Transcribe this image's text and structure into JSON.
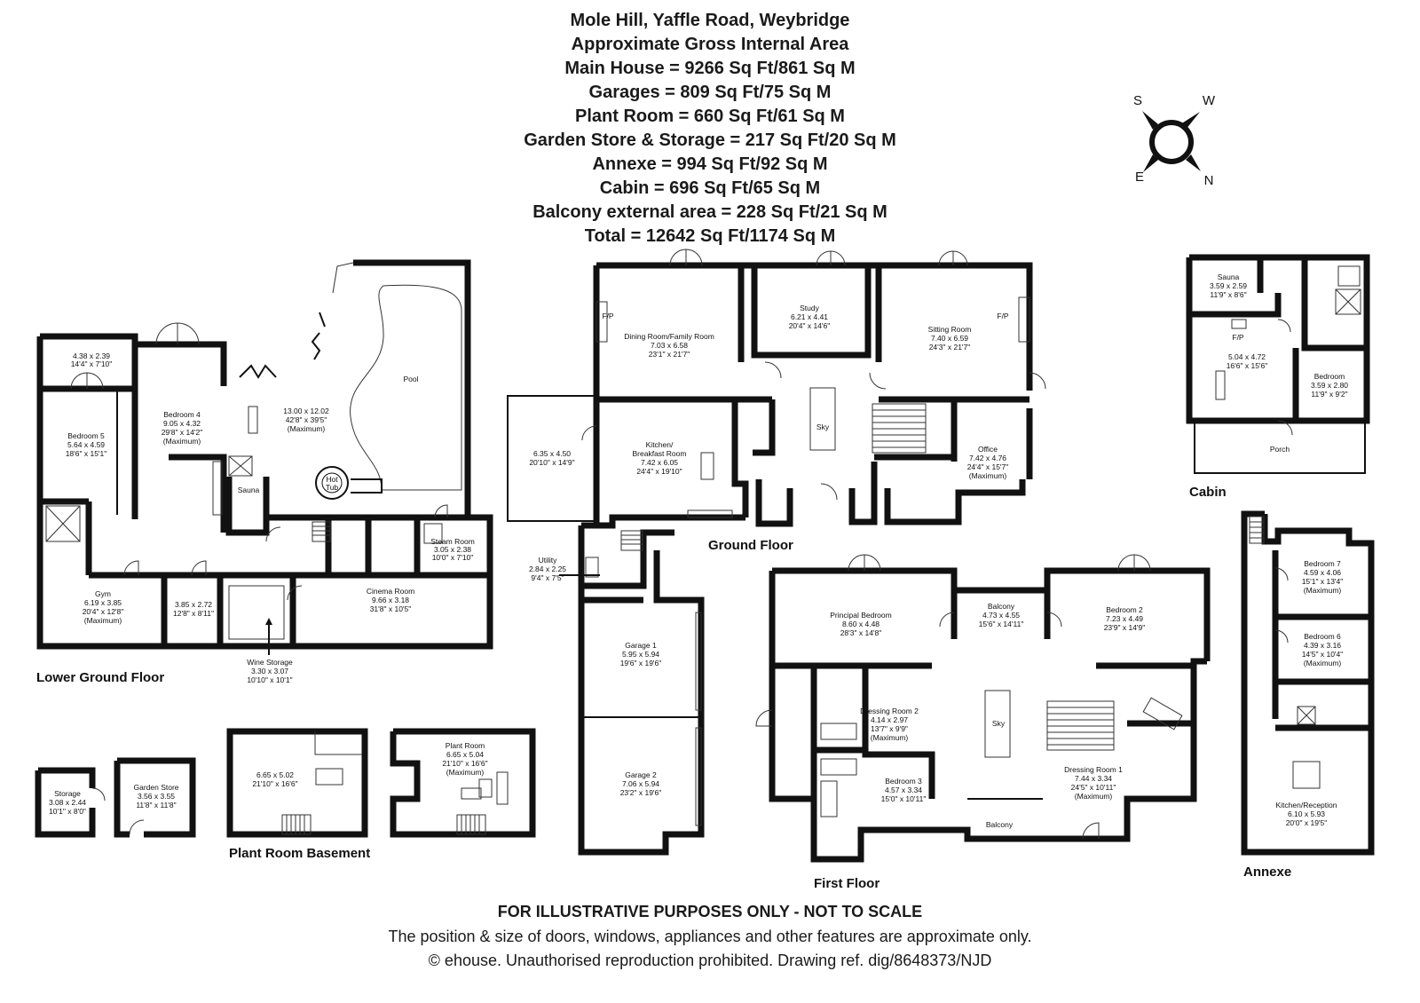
{
  "header": {
    "lines": [
      "Mole Hill, Yaffle Road, Weybridge",
      "Approximate Gross Internal Area",
      "Main House = 9266 Sq Ft/861 Sq M",
      "Garages = 809 Sq Ft/75 Sq M",
      "Plant Room = 660 Sq Ft/61 Sq M",
      "Garden Store & Storage = 217 Sq Ft/20 Sq M",
      "Annexe = 994 Sq Ft/92 Sq M",
      "Cabin = 696 Sq Ft/65 Sq M",
      "Balcony external area = 228 Sq Ft/21 Sq M",
      "Total = 12642 Sq Ft/1174 Sq M"
    ]
  },
  "compass": {
    "s": "S",
    "w": "W",
    "e": "E",
    "n": "N"
  },
  "floor_titles": {
    "lower_ground": "Lower Ground Floor",
    "ground": "Ground Floor",
    "first": "First Floor",
    "plant_basement": "Plant Room Basement",
    "cabin": "Cabin",
    "annexe": "Annexe"
  },
  "rooms": {
    "lg_room_a": [
      "4.38 x 2.39",
      "14'4\" x 7'10\""
    ],
    "lg_bedroom5": [
      "Bedroom 5",
      "5.64 x 4.59",
      "18'6\" x 15'1\""
    ],
    "lg_bedroom4": [
      "Bedroom 4",
      "9.05 x 4.32",
      "29'8\" x 14'2\"",
      "(Maximum)"
    ],
    "lg_pool_area": [
      "13.00 x 12.02",
      "42'8\" x 39'5\"",
      "(Maximum)"
    ],
    "lg_pool": [
      "Pool"
    ],
    "lg_hot_tub": [
      "Hot",
      "Tub"
    ],
    "lg_sauna": [
      "Sauna"
    ],
    "lg_steam": [
      "Steam Room",
      "3.05 x 2.38",
      "10'0\" x 7'10\""
    ],
    "lg_gym": [
      "Gym",
      "6.19 x 3.85",
      "20'4\" x 12'8\"",
      "(Maximum)"
    ],
    "lg_room_b": [
      "3.85 x 2.72",
      "12'8\" x 8'11\""
    ],
    "lg_cinema": [
      "Cinema Room",
      "9.66 x 3.18",
      "31'8\" x 10'5\""
    ],
    "lg_wine": [
      "Wine Storage",
      "3.30 x 3.07",
      "10'10\" x 10'1\""
    ],
    "gf_dining": [
      "Dining Room/Family Room",
      "7.03 x 6.58",
      "23'1\" x 21'7\""
    ],
    "gf_fp1": [
      "F/P"
    ],
    "gf_study": [
      "Study",
      "6.21 x 4.41",
      "20'4\" x 14'6\""
    ],
    "gf_sitting": [
      "Sitting Room",
      "7.40 x 6.59",
      "24'3\" x 21'7\""
    ],
    "gf_fp2": [
      "F/P"
    ],
    "gf_sky": [
      "Sky"
    ],
    "gf_terrace": [
      "6.35 x 4.50",
      "20'10\" x 14'9\""
    ],
    "gf_kitchen": [
      "Kitchen/",
      "Breakfast Room",
      "7.42 x 6.05",
      "24'4\" x 19'10\""
    ],
    "gf_office": [
      "Office",
      "7.42 x 4.76",
      "24'4\" x 15'7\"",
      "(Maximum)"
    ],
    "gf_utility": [
      "Utility",
      "2.84 x 2.25",
      "9'4\" x 7'5\""
    ],
    "gf_garage1": [
      "Garage 1",
      "5.95 x 5.94",
      "19'6\" x 19'6\""
    ],
    "gf_garage2": [
      "Garage 2",
      "7.06 x 5.94",
      "23'2\" x 19'6\""
    ],
    "ff_principal": [
      "Principal Bedroom",
      "8.60 x 4.48",
      "28'3\" x 14'8\""
    ],
    "ff_balcony": [
      "Balcony",
      "4.73 x 4.55",
      "15'6\" x 14'11\""
    ],
    "ff_bedroom2": [
      "Bedroom 2",
      "7.23 x 4.49",
      "23'9\" x 14'9\""
    ],
    "ff_dressing2": [
      "Dressing Room 2",
      "4.14 x 2.97",
      "13'7\" x 9'9\"",
      "(Maximum)"
    ],
    "ff_sky": [
      "Sky"
    ],
    "ff_bedroom3": [
      "Bedroom 3",
      "4.57 x 3.34",
      "15'0\" x 10'11\""
    ],
    "ff_dressing1": [
      "Dressing Room 1",
      "7.44 x 3.34",
      "24'5\" x 10'11\"",
      "(Maximum)"
    ],
    "ff_balcony2": [
      "Balcony"
    ],
    "st_storage": [
      "Storage",
      "3.08 x 2.44",
      "10'1\" x 8'0\""
    ],
    "st_garden": [
      "Garden Store",
      "3.56 x 3.55",
      "11'8\" x 11'8\""
    ],
    "pr_room1": [
      "6.65 x 5.02",
      "21'10\" x 16'6\""
    ],
    "pr_room2": [
      "Plant Room",
      "6.65 x 5.04",
      "21'10\" x 16'6\"",
      "(Maximum)"
    ],
    "cb_sauna": [
      "Sauna",
      "3.59 x 2.59",
      "11'9\" x 8'6\""
    ],
    "cb_fp": [
      "F/P"
    ],
    "cb_main": [
      "5.04 x 4.72",
      "16'6\" x 15'6\""
    ],
    "cb_bedroom": [
      "Bedroom",
      "3.59 x 2.80",
      "11'9\" x 9'2\""
    ],
    "cb_porch": [
      "Porch"
    ],
    "an_bedroom7": [
      "Bedroom 7",
      "4.59 x 4.06",
      "15'1\" x 13'4\"",
      "(Maximum)"
    ],
    "an_bedroom6": [
      "Bedroom 6",
      "4.39 x 3.16",
      "14'5\" x 10'4\"",
      "(Maximum)"
    ],
    "an_kitchen": [
      "Kitchen/Reception",
      "6.10 x 5.93",
      "20'0\" x 19'5\""
    ]
  },
  "footer": {
    "disclaimer": "FOR ILLUSTRATIVE PURPOSES ONLY - NOT TO SCALE",
    "note": "The position & size of doors, windows, appliances and other features are approximate only.",
    "copyright": "© ehouse. Unauthorised reproduction prohibited. Drawing ref. dig/8648373/NJD"
  }
}
